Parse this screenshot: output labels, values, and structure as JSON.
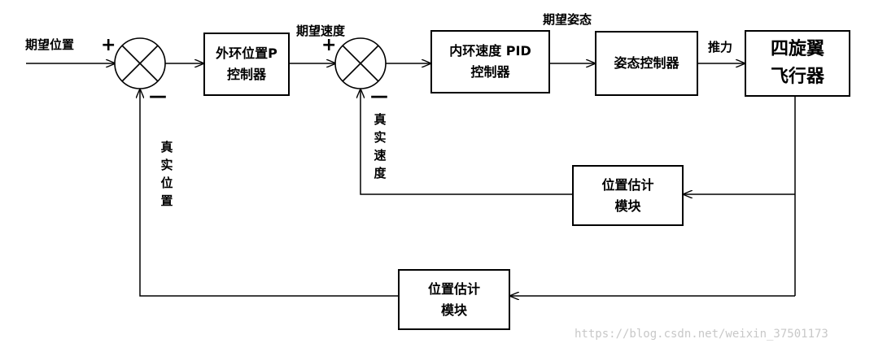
{
  "labels": {
    "desired_position": "期望位置",
    "desired_velocity": "期望速度",
    "desired_attitude": "期望姿态",
    "thrust": "推力",
    "actual_velocity": "真实速度",
    "actual_position": "真实位置"
  },
  "blocks": {
    "outer_position_p": [
      "外环位置P",
      "控制器"
    ],
    "inner_velocity_pid": [
      "内环速度 PID",
      "控制器"
    ],
    "attitude_controller": [
      "姿态控制器"
    ],
    "quadrotor": [
      "四旋翼",
      "飞行器"
    ],
    "position_estimator_1": [
      "位置估计",
      "模块"
    ],
    "position_estimator_2": [
      "位置估计",
      "模块"
    ]
  },
  "signs": {
    "plus": "+",
    "minus": "—"
  },
  "watermark": "https://blog.csdn.net/weixin_37501173"
}
